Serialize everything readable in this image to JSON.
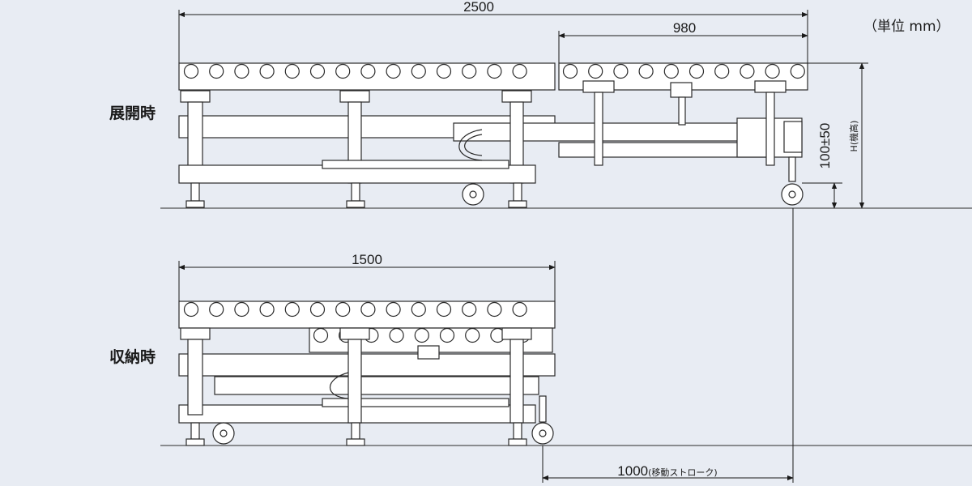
{
  "unit_note": "（単位 mm）",
  "views": {
    "expanded": {
      "label": "展開時"
    },
    "stored": {
      "label": "収納時"
    }
  },
  "dimensions": {
    "total_length_expanded": "2500",
    "extension_section": "980",
    "stored_length": "1500",
    "stroke": "1000",
    "stroke_note": "(移動ストローク)",
    "height_adjust": "100±50",
    "machine_height": "H(機高)"
  },
  "colors": {
    "line": "#2a2a2a",
    "fill": "#ffffff",
    "background": "#e8ecf3"
  }
}
